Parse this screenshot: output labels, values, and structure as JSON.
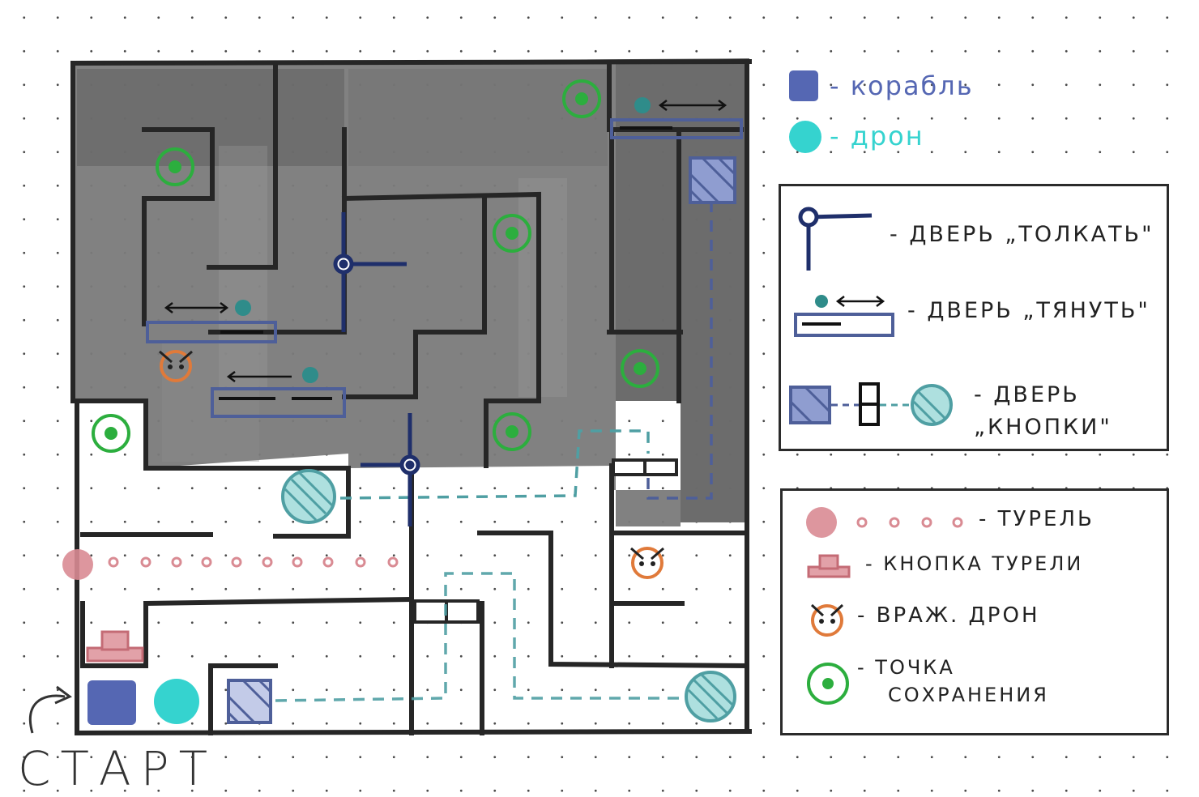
{
  "colors": {
    "ship": "#5567b3",
    "drone": "#35d3cf",
    "push_door": "#1f2f6b",
    "pull_door": "#4e5f99",
    "button_door": "#4f9fa3",
    "turret": "#d98b93",
    "enemy": "#e07a3a",
    "checkpoint": "#2cae3e",
    "wall": "#262626"
  },
  "start_label": "СТАРТ",
  "legend_top": {
    "ship": {
      "icon": "ship-square",
      "label": "- корабль"
    },
    "drone": {
      "icon": "drone-circle",
      "label": "- дрон"
    }
  },
  "legend_doors": {
    "push": {
      "icon": "push-door",
      "label": "- дверь „ТОЛКАТЬ\""
    },
    "pull": {
      "icon": "pull-door",
      "label": "- дверь „ТЯНУТЬ\""
    },
    "button": {
      "icon": "button-door",
      "label": "- дверь „КНОПКИ\""
    }
  },
  "legend_objects": {
    "turret": {
      "icon": "turret",
      "label": "- турель"
    },
    "turret_button": {
      "icon": "turret-button",
      "label": "- кнопка турели"
    },
    "enemy_drone": {
      "icon": "enemy-drone",
      "label": "- враж. дрон"
    },
    "checkpoint": {
      "icon": "checkpoint",
      "label_line1": "- точка",
      "label_line2": "сохранения"
    }
  }
}
